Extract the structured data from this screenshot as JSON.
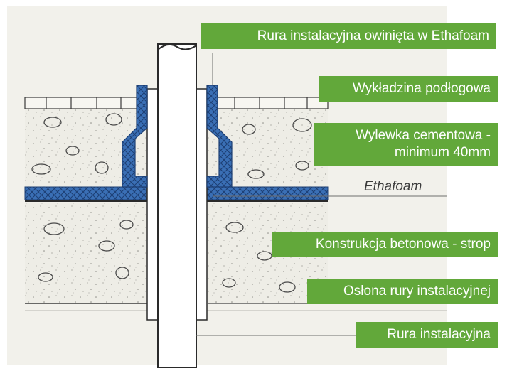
{
  "labels": {
    "pipe_wrapped": "Rura instalacyjna owinięta w Ethafoam",
    "floor_covering": "Wykładzina podłogowa",
    "screed_line1": "Wylewka cementowa -",
    "screed_line2": "minimum 40mm",
    "ethafoam": "Ethafoam",
    "concrete_slab": "Konstrukcja betonowa - strop",
    "pipe_sleeve": "Osłona rury instalacyjnej",
    "pipe": "Rura instalacyjna"
  },
  "colors": {
    "callout_bg": "#62a83a",
    "callout_text": "#ffffff",
    "foam": "#3a6fb5",
    "paper": "#f2f1eb",
    "concrete": "#eeede6"
  }
}
